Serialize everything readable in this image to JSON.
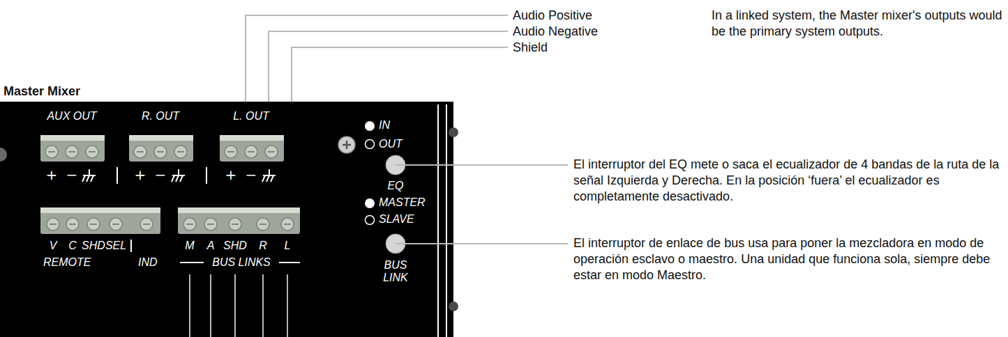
{
  "diagram": {
    "title": "Master Mixer",
    "labels": [
      "Audio Positive",
      "Audio Negative",
      "Shield",
      "In a linked system, the Master mixer's outputs would be the primary system outputs.",
      "AUX OUT",
      "R. OUT",
      "L. OUT",
      "+",
      "−",
      "+",
      "−",
      "+",
      "−",
      "IN",
      "OUT",
      "EQ",
      "MASTER",
      "SLAVE",
      "BUS LINK",
      "El interruptor del EQ mete o saca el ecualizador de 4 bandas de la ruta de la señal Izquierda y Derecha. En la posición ‘fuera’ el ecualizador es completamente desactivado.",
      "El interruptor de enlace de bus usa para poner la mezcladora en modo de operación esclavo o maestro. Una unidad que funciona sola, siempre debe estar en modo Maestro.",
      "V",
      "C",
      "SHD",
      "SEL",
      "REMOTE",
      "IND",
      "M",
      "A",
      "SHD",
      "R",
      "L",
      "BUS LINKS"
    ]
  }
}
